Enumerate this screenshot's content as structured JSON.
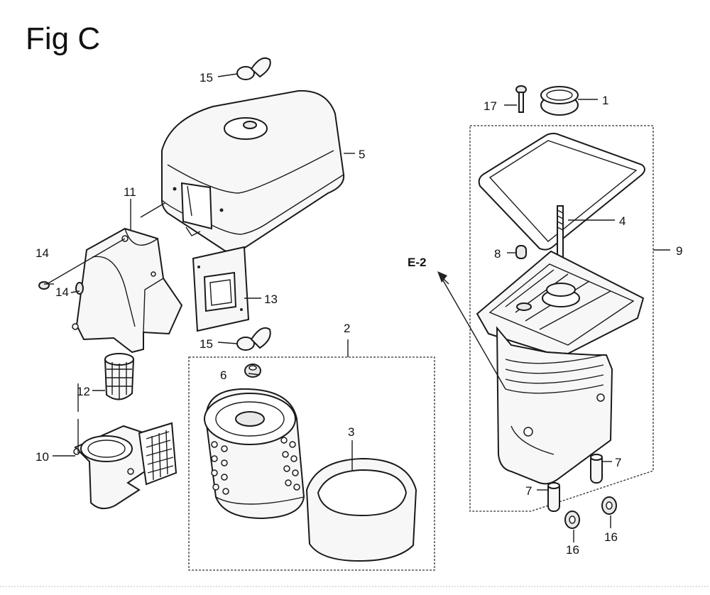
{
  "figure": {
    "title": "Fig C"
  },
  "callouts": {
    "c1": "1",
    "c2": "2",
    "c3": "3",
    "c4": "4",
    "c5": "5",
    "c6": "6",
    "c7a": "7",
    "c7b": "7",
    "c8": "8",
    "c9": "9",
    "c10": "10",
    "c11": "11",
    "c12": "12",
    "c13": "13",
    "c14a": "14",
    "c14b": "14",
    "c15a": "15",
    "c15b": "15",
    "c16a": "16",
    "c16b": "16",
    "c17": "17"
  },
  "reference": {
    "label": "E-2"
  }
}
